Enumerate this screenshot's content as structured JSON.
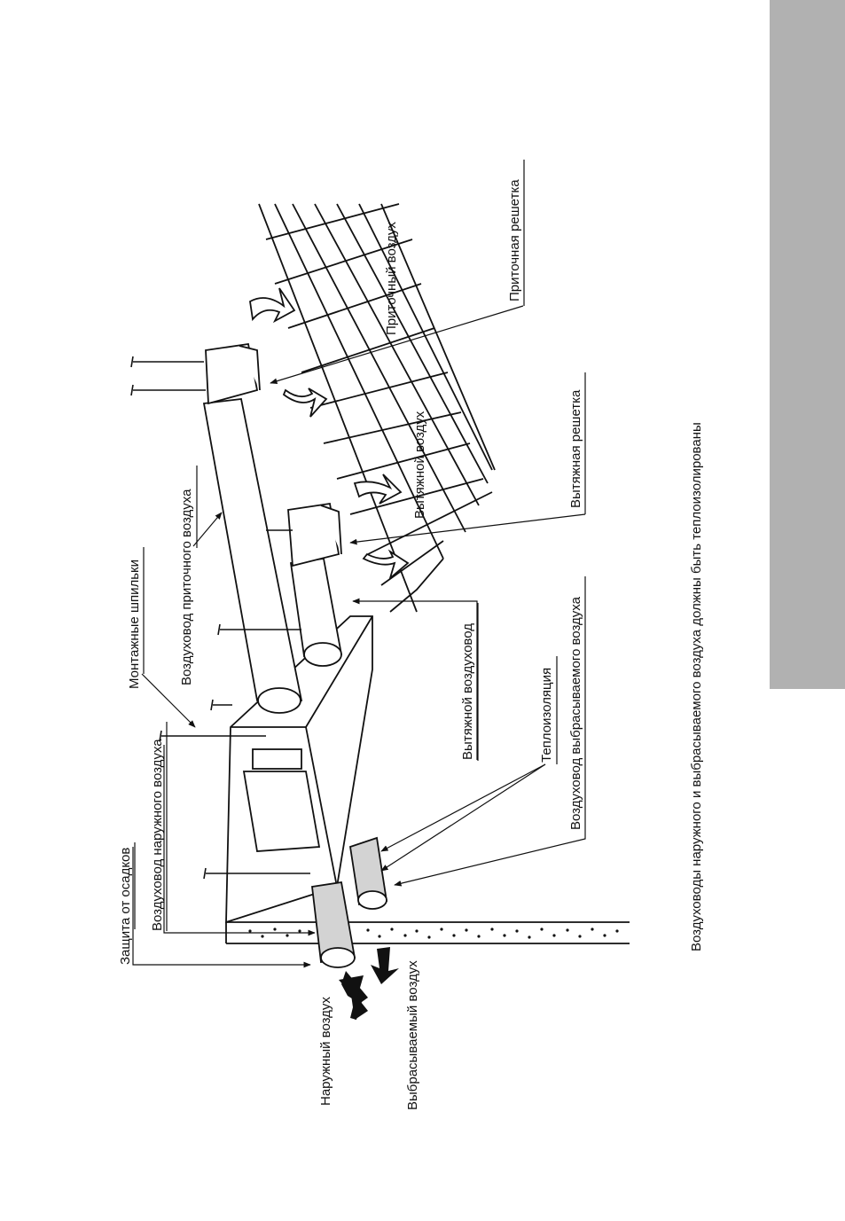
{
  "caption": "Воздуховоды наружного и выбрасываемого воздуха должны быть теплоизолированы",
  "labels": {
    "rain_guard": "Защита от осадков",
    "outdoor_duct": "Воздуховод наружного  воздуха",
    "mounting_studs": "Монтажные шпильки",
    "supply_duct": "Воздуховод приточного воздуха",
    "exhaust_duct": "Вытяжной воздуховод",
    "insulation": "Теплоизоляция",
    "discharge_duct": "Воздуховод выбрасываемого воздуха",
    "exhaust_grille": "Вытяжная решетка",
    "supply_grille": "Приточная решетка",
    "supply_air": "Приточный воздух",
    "exhaust_air": "Вытяжной воздух",
    "outdoor_air": "Наружный воздух",
    "discharged_air": "Выбрасываемый воздух"
  },
  "colors": {
    "side_tab": "#b1b1b1",
    "insulation": "#d3d3d3",
    "line": "#111111"
  }
}
